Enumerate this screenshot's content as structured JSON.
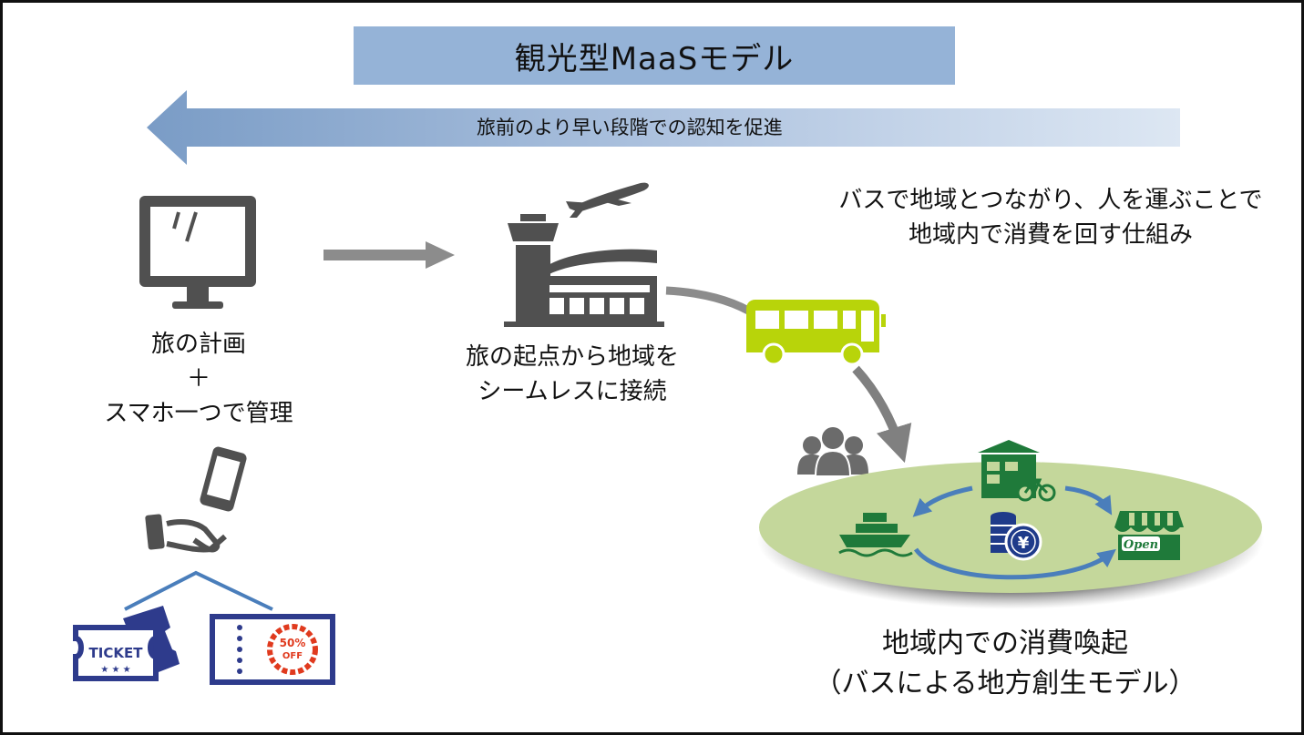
{
  "title": "観光型MaaSモデル",
  "arrow_banner": "旅前のより早い段階での認知を促進",
  "step_plan": {
    "line1": "旅の計画",
    "line2": "＋",
    "line3": "スマホ一つで管理"
  },
  "step_airport": {
    "line1": "旅の起点から地域を",
    "line2": "シームレスに接続"
  },
  "bus_note": {
    "line1": "バスで地域とつながり、人を運ぶことで",
    "line2": "地域内で消費を回す仕組み"
  },
  "region": {
    "line1": "地域内での消費喚起",
    "line2": "（バスによる地方創生モデル）"
  },
  "ticket_text": "TICKET",
  "ticket_stars": "★ ★ ★",
  "coupon_pct": "50%",
  "coupon_off": "OFF",
  "shop_sign": "Open",
  "yen_symbol": "¥",
  "colors": {
    "title_bg": "#95b3d7",
    "gray_icon": "#505050",
    "bus_green": "#b8d40a",
    "region_green": "#c4d79b",
    "icon_green": "#1f7a3a",
    "loop_blue": "#4a7ebb",
    "ticket_navy": "#2e3b8c",
    "coupon_red": "#e03a1e"
  },
  "icons": [
    "monitor-icon",
    "airplane-icon",
    "airport-icon",
    "bus-icon",
    "people-icon",
    "smartphone-icon",
    "hand-icon",
    "ticket-icon",
    "coupon-icon",
    "ship-icon",
    "shop-icon",
    "store-icon",
    "bicycle-icon",
    "coin-stack-icon"
  ]
}
